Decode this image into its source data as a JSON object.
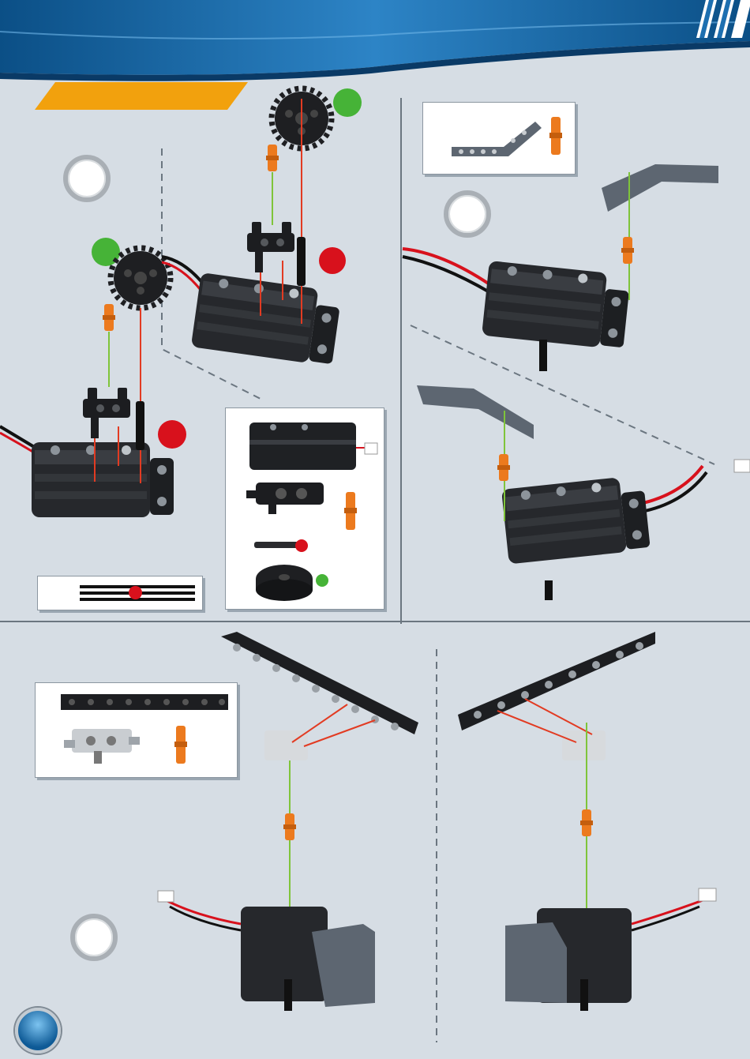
{
  "colors": {
    "header_dark": "#0d5f9c",
    "header_light": "#3f98d6",
    "page_bg": "#d6dde4",
    "orange_banner": "#f2a10d",
    "marker_red": "#d8111c",
    "marker_green": "#46b337",
    "axle_line_red": "#e23b22",
    "axle_line_green": "#7fc43a",
    "pin_orange": "#ec7a1e",
    "motor_black": "#222427",
    "beam_gray": "#5d6671"
  },
  "header": {
    "banner_label": "",
    "title": ""
  },
  "steps": [
    {
      "id": "step-a",
      "number": ""
    },
    {
      "id": "step-b",
      "number": ""
    },
    {
      "id": "step-c",
      "number": ""
    }
  ],
  "parts_boxes": [
    {
      "id": "parts-top-right",
      "items": [
        "bent-beam-icon",
        "orange-pin-icon"
      ]
    },
    {
      "id": "parts-middle",
      "items": [
        "gear-motor-icon",
        "axle-connector-icon",
        "orange-pin-icon",
        "short-axle-icon",
        "gear-icon"
      ]
    },
    {
      "id": "parts-bottom-left",
      "items": [
        "long-beam-icon",
        "cross-block-icon",
        "orange-pin-icon"
      ]
    }
  ],
  "scale": {
    "length_marker": "red"
  },
  "page_number": ""
}
